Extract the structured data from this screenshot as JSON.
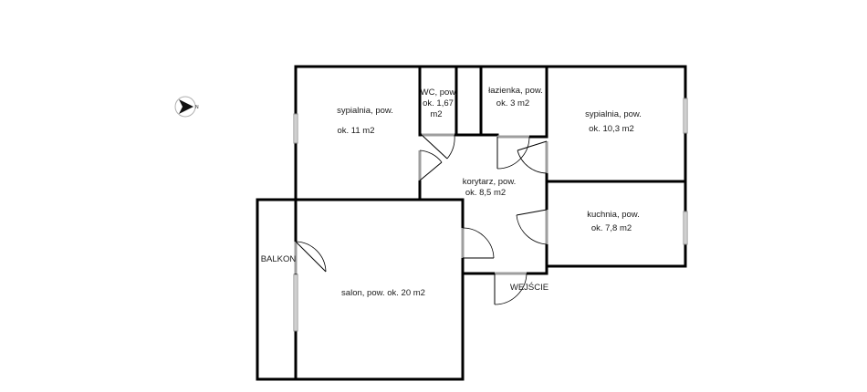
{
  "compass": {
    "letter": "N",
    "icon": "north-arrow-icon"
  },
  "rooms": {
    "bedroom_left": {
      "line1": "sypialnia, pow.",
      "line2": "ok. 11 m2"
    },
    "wc": {
      "line1": "WC, pow.",
      "line2": "ok. 1,67",
      "line3": "m2"
    },
    "bathroom": {
      "line1": "łazienka, pow.",
      "line2": "ok. 3 m2"
    },
    "bedroom_right": {
      "line1": "sypialnia, pow.",
      "line2": "ok. 10,3 m2"
    },
    "hallway": {
      "line1": "korytarz, pow.",
      "line2": "ok. 8,5 m2"
    },
    "kitchen": {
      "line1": "kuchnia, pow.",
      "line2": "ok. 7,8 m2"
    },
    "living_room": {
      "line1": "salon, pow. ok. 20 m2"
    },
    "balcony": {
      "line1": "BALKON"
    }
  },
  "entrance": {
    "label": "WEJŚCIE"
  },
  "colors": {
    "wall": "#000000",
    "door_opening": "#9e9e9e",
    "window": "#8a8a8a",
    "background": "#ffffff"
  }
}
